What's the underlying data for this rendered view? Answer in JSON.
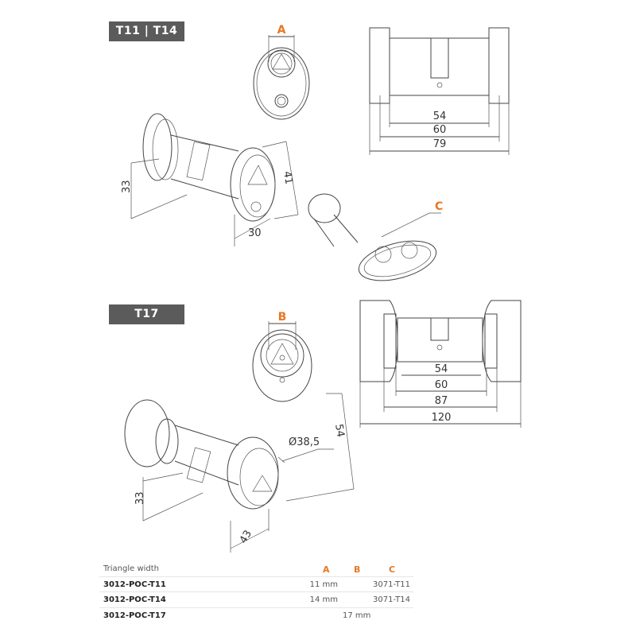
{
  "sections": [
    {
      "title": "T11 | T14",
      "triangle_label": "A",
      "key_label": "C",
      "dims_perspective": [
        "33",
        "41",
        "30"
      ],
      "dims_side": [
        "54",
        "60",
        "79"
      ]
    },
    {
      "title": "T17",
      "triangle_label": "B",
      "dims_perspective": [
        "54",
        "Ø38,5",
        "33",
        "43"
      ],
      "dims_side": [
        "54",
        "60",
        "87",
        "120"
      ]
    }
  ],
  "table": {
    "header": {
      "label": "Triangle width",
      "a": "A",
      "b": "B",
      "c": "C"
    },
    "rows": [
      {
        "name": "3012-POC-T11",
        "a": "11 mm",
        "b": "",
        "c": "3071-T11"
      },
      {
        "name": "3012-POC-T14",
        "a": "14 mm",
        "b": "",
        "c": "3071-T14"
      },
      {
        "name": "3012-POC-T17",
        "a": "",
        "b": "17 mm",
        "c": ""
      }
    ]
  },
  "colors": {
    "accent": "#e87722",
    "tag": "#5b5b5b"
  }
}
